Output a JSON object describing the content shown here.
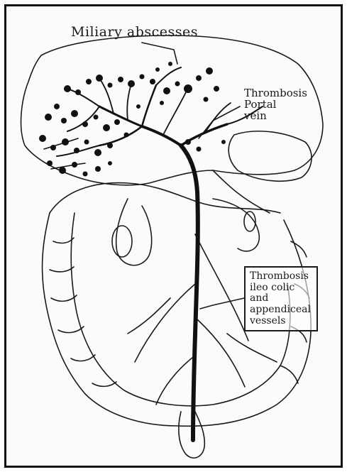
{
  "labels": {
    "miliary": "Miliary abscesses",
    "portal_line1": "Thrombosis",
    "portal_line2": "Portal",
    "portal_line3": "vein",
    "ileo_line1": "Thrombosis",
    "ileo_line2": "ileo colic",
    "ileo_line3": "and",
    "ileo_line4": "appendiceal",
    "ileo_line5": "vessels"
  },
  "colors": {
    "ink": "#1a1a1a",
    "paper": "#fbfbfb",
    "border": "#111111"
  }
}
